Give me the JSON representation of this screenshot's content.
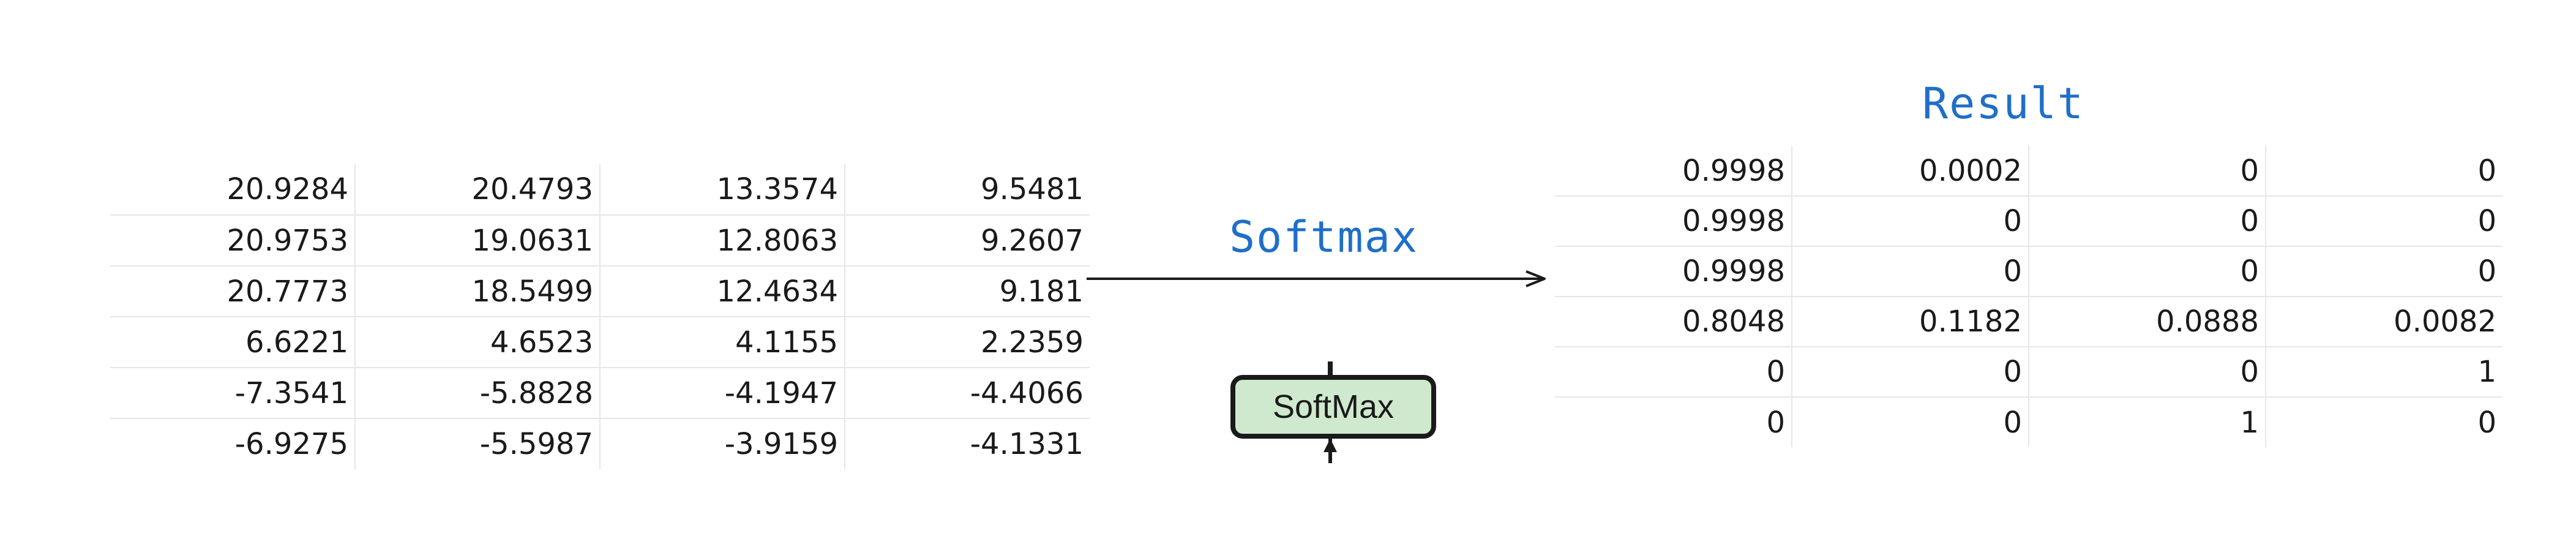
{
  "input_matrix": {
    "rows": [
      [
        "20.9284",
        "20.4793",
        "13.3574",
        "9.5481"
      ],
      [
        "20.9753",
        "19.0631",
        "12.8063",
        "9.2607"
      ],
      [
        "20.7773",
        "18.5499",
        "12.4634",
        "9.181"
      ],
      [
        "6.6221",
        "4.6523",
        "4.1155",
        "2.2359"
      ],
      [
        "-7.3541",
        "-5.8828",
        "-4.1947",
        "-4.4066"
      ],
      [
        "-6.9275",
        "-5.5987",
        "-3.9159",
        "-4.1331"
      ]
    ]
  },
  "arrow_label": "Softmax",
  "result": {
    "title": "Result",
    "rows": [
      [
        "0.9998",
        "0.0002",
        "0",
        "0"
      ],
      [
        "0.9998",
        "0",
        "0",
        "0"
      ],
      [
        "0.9998",
        "0",
        "0",
        "0"
      ],
      [
        "0.8048",
        "0.1182",
        "0.0888",
        "0.0082"
      ],
      [
        "0",
        "0",
        "0",
        "1"
      ],
      [
        "0",
        "0",
        "1",
        "0"
      ]
    ]
  },
  "softmax_block": {
    "label": "SoftMax",
    "fill": "#cfe9cf"
  },
  "colors": {
    "handwritten": "#1f6fc9"
  }
}
